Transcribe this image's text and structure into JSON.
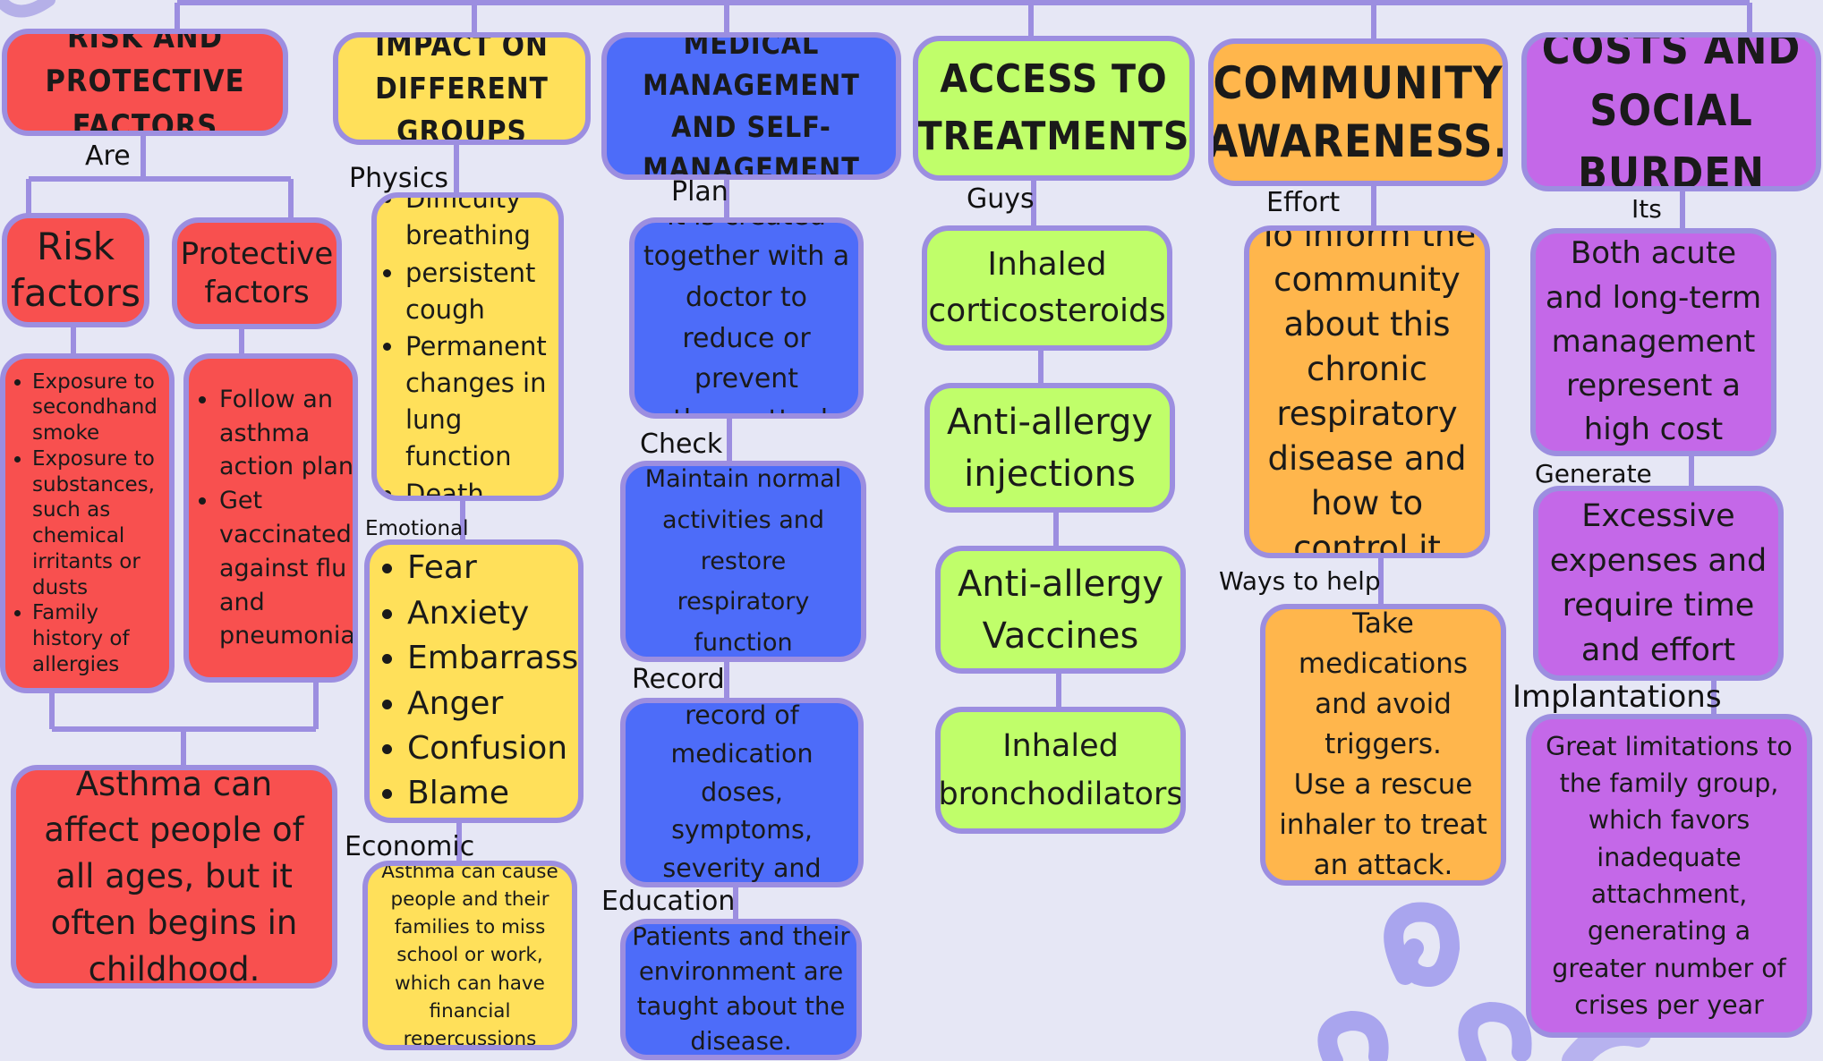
{
  "colors": {
    "background": "#e6e7f5",
    "connector": "#9c8ee0",
    "red": "#f8504f",
    "yellow": "#ffe05a",
    "blue": "#4d6cf9",
    "green": "#c0fe6a",
    "orange": "#ffb64c",
    "purple": "#c468e8"
  },
  "risk": {
    "title": "RISK AND PROTECTIVE FACTORS",
    "link_are": "Are",
    "risk_factors": "Risk factors",
    "protective_factors": "Protective factors",
    "risk_list": [
      "Exposure to secondhand smoke",
      "Exposure to substances, such as chemical irritants or dusts",
      "Family history of allergies"
    ],
    "protective_list": [
      "Follow an asthma action plan",
      "Get vaccinated against flu and pneumonia"
    ],
    "summary": "Asthma can affect people of all ages, but it often begins in childhood."
  },
  "impact": {
    "title": "IMPACT ON DIFFERENT GROUPS",
    "link_physics": "Physics",
    "physics_list": [
      "Difficulty breathing",
      "persistent cough",
      "Permanent changes in lung function",
      "Death"
    ],
    "link_emotional": "Emotional",
    "emotional_list": [
      "Fear",
      "Anxiety",
      "Embarrass",
      "Anger",
      "Confusion",
      "Blame"
    ],
    "link_economic": "Economic",
    "economic_text": "Asthma can cause people and their families to miss school or work, which can have financial repercussions"
  },
  "medical": {
    "title": "MEDICAL MANAGEMENT AND SELF-MANAGEMENT",
    "link_plan": "Plan",
    "plan_text": "It is created together with a doctor to reduce or prevent asthma attacks",
    "link_check": "Check",
    "check_text": "Maintain normal activities and restore respiratory function",
    "link_record": "Record",
    "record_text": "You can keep a record of medication doses, symptoms, severity and duration",
    "link_education": "Education",
    "education_text": "Patients and their environment are taught about the disease."
  },
  "access": {
    "title": "ACCESS TO TREATMENTS",
    "link_guys": "Guys",
    "items": [
      "Inhaled corticosteroids",
      "Anti-allergy injections",
      "Anti-allergy Vaccines",
      "Inhaled bronchodilators"
    ]
  },
  "community": {
    "title": "COMMUNITY AWARENESS.",
    "link_effort": "Effort",
    "effort_text": "To inform the community about this chronic respiratory disease and how to control it",
    "link_ways": "Ways to help",
    "ways_text": "Take medications and avoid triggers.\nUse a rescue inhaler to treat an attack."
  },
  "costs": {
    "title": "COSTS AND SOCIAL BURDEN",
    "link_its": "Its",
    "its_text": "Both acute and long-term management represent a high cost",
    "link_generate": "Generate",
    "generate_text": "Excessive expenses and require time and effort",
    "link_implantations": "Implantations",
    "implantations_text": "Great limitations to the family group, which favors inadequate attachment, generating a greater number of crises per year"
  }
}
